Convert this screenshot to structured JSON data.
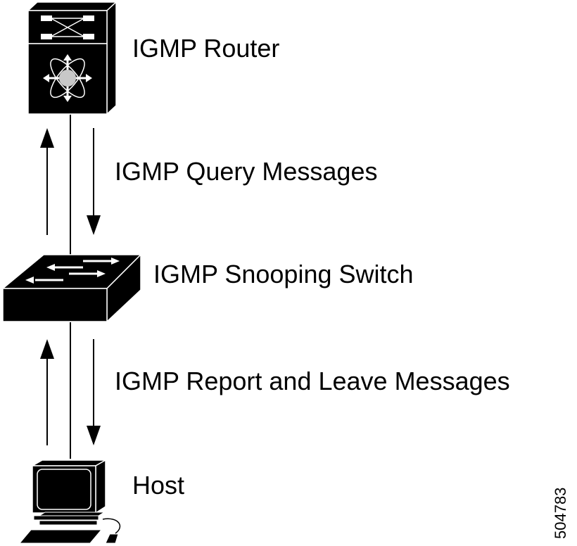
{
  "nodes": {
    "router": {
      "label": "IGMP Router",
      "icon": "multilayer-switch-router-icon"
    },
    "switch": {
      "label": "IGMP Snooping Switch",
      "icon": "workgroup-switch-icon"
    },
    "host": {
      "label": "Host",
      "icon": "workstation-pc-icon"
    }
  },
  "links": {
    "router_switch": {
      "label": "IGMP Query Messages",
      "arrows": [
        "up",
        "down"
      ]
    },
    "switch_host": {
      "label": "IGMP Report and Leave Messages",
      "arrows": [
        "up",
        "down"
      ]
    }
  },
  "figure_id": "504783",
  "colors": {
    "ink": "#000000",
    "paper": "#ffffff",
    "center_dot": "#c8c8c8"
  }
}
